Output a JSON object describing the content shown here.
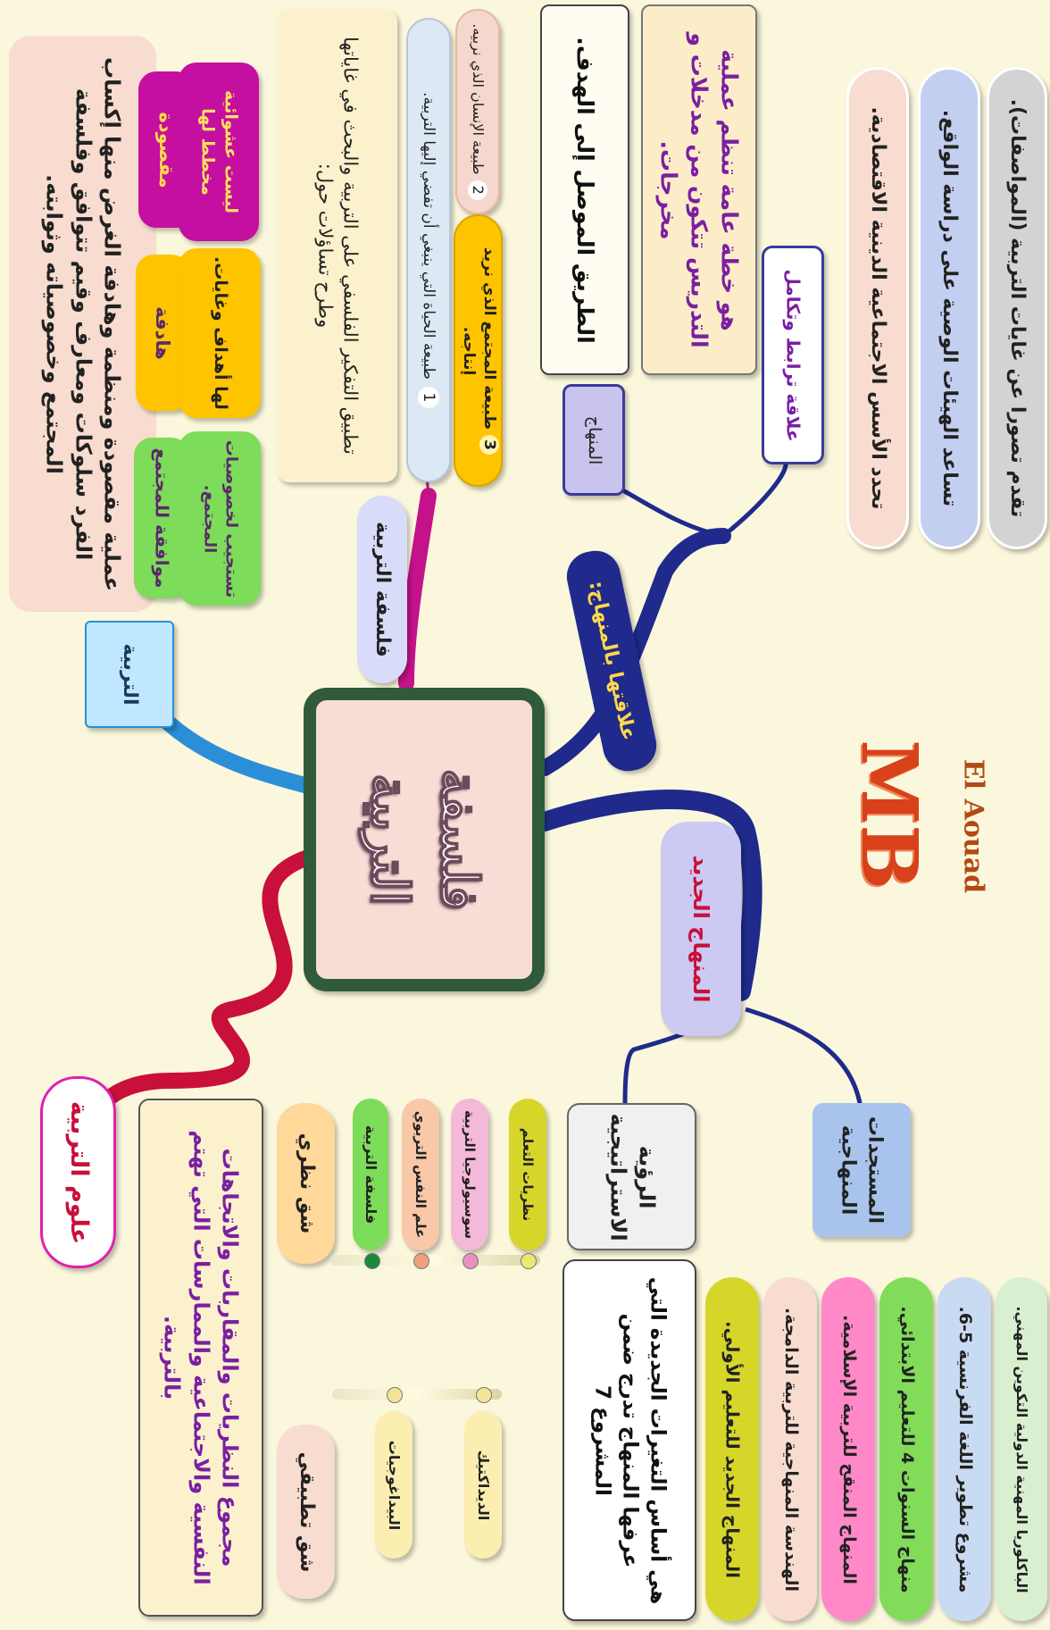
{
  "center": {
    "title": "فلسفة التربية"
  },
  "logo": {
    "initials": "MB",
    "name": "El Aouad"
  },
  "tarbiya": {
    "label": "التربية",
    "definition": "عملية مقصودة ومنظمة وهادفة الغرض منها إكساب الفرد سلوكات ومعارف وقيم تتوافق وفلسفة المجتمع وخصوصياته وثوابته.",
    "features": [
      {
        "title": "مقصودة",
        "desc": "ليست عشوائية مخطط لها"
      },
      {
        "title": "هادفة",
        "desc": "لها أهداف وغايات."
      },
      {
        "title": "موافقة للمجتمع",
        "desc": "تستجيب لخصوصيات المجتمع."
      }
    ]
  },
  "falsafa": {
    "label": "فلسفة التربية",
    "description": "تطبيق التفكير الفلسفي على التربية والبحث في غاياتها وطرح تساؤلات حول:",
    "questions": [
      {
        "num": "1",
        "text": "طبيعة الحياة التي ينبغي أن تفضي إليها التربية."
      },
      {
        "num": "2",
        "text": "طبيعة الإنسان الذي نربيه."
      },
      {
        "num": "3",
        "text": "طبيعة المجتمع الذي نريد إنتاجه."
      }
    ]
  },
  "manhaj_relation": {
    "branch_label": "علاقتها بالمنهاج:",
    "manhaj_label": "المنهاج",
    "relation_label": "علاقة ترابط وتكامل",
    "definition1": "الطريق الموصل إلى الهدف.",
    "definition2": "هو خطة عامة تنظم عملية التدريس تتكون من مدخلات و مخرجات.",
    "roles": [
      "تحدد الأسس الاجتماعية الدينية الاقتصادية.",
      "تساعد الهيئات الوصية على دراسة الواقع.",
      "تقدم تصورا عن غايات التربية (المواصفات)."
    ]
  },
  "new_manhaj": {
    "label": "المنهاج الجديد",
    "vision_label": "الرؤية الاستراتيجية",
    "vision_desc": "هي أساس التغيرات الجديدة التي عرفها المنهاج تدرج ضمن المشروع 7",
    "updates_label": "المستجدات المنهاجية",
    "updates": [
      "المنهاج الجديد للتعليم الأولي.",
      "الهندسة المنهاجية للتربية الدامجة.",
      "المنهاج المنقح للتربية الإسلامية.",
      "منهاج السنوات 4 للتعليم الابتدائي.",
      "مشروع تطوير اللغة الفرنسية 5-6.",
      "الباكلوريا المهنية الدولية التكوين المهني."
    ]
  },
  "sciences": {
    "label": "علوم التربية",
    "definition": "مجموع النظريات والمقاربات والاتجاهات النفسية والاجتماعية والممارسات التي تهتم بالتربية.",
    "theory_label": "شق نظري",
    "theory_items": [
      "فلسفة التربية",
      "علم النفس التربوي",
      "سوسيولوجيا التربية",
      "نظريات التعلم"
    ],
    "applied_label": "شق تطبيقي",
    "applied_items": [
      "البيداغوجيات",
      "الديداكتيك"
    ]
  },
  "colors": {
    "background": "#fbf7dc",
    "navy": "#1f2a8c",
    "crimson": "#c8103a",
    "magenta": "#c4128a",
    "blue": "#2a8fd6",
    "purple": "#7a1fa2",
    "center_fill": "#f7ddd6",
    "center_border": "#2f5a3c"
  }
}
